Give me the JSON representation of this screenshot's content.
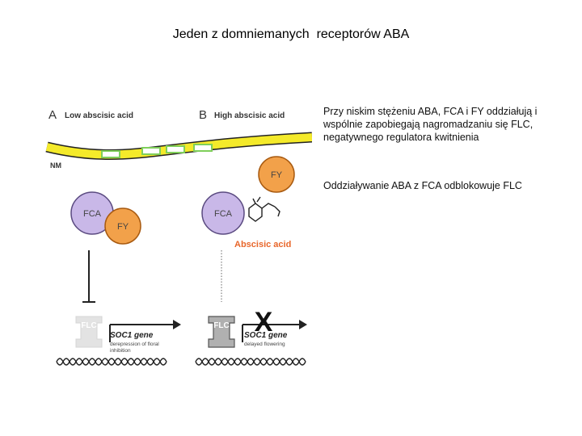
{
  "title": "Jeden z domniemanych  receptorów ABA",
  "notes": [
    "Przy niskim stężeniu ABA, FCA i FY oddziałują i wspólnie zapobiegają nagromadzaniu się FLC, negatywnego regulatora kwitnienia",
    "Oddziaływanie ABA z FCA odblokowuje FLC"
  ],
  "figure": {
    "panel_a": {
      "letter": "A",
      "label": "Low abscisic acid"
    },
    "panel_b": {
      "letter": "B",
      "label": "High abscisic acid"
    },
    "membrane_label": "NM",
    "fca_label": "FCA",
    "fy_label": "FY",
    "aba_label": "Abscisic acid",
    "flc_label": "FLC",
    "gene_label": "SOC1 gene",
    "gene_a_note": "derepression of floral inhibition",
    "gene_a_note_line1": "derepression of floral",
    "gene_a_note_line2": "inhibition",
    "gene_b_note": "delayed flowering",
    "block_mark": "X",
    "colors": {
      "membrane": "#f4ea2a",
      "channel": "#b8e986",
      "fca": "#c9b8e8",
      "fy": "#f2a14a",
      "aba_text": "#e8662a",
      "flc": "#b0b0b0"
    }
  }
}
